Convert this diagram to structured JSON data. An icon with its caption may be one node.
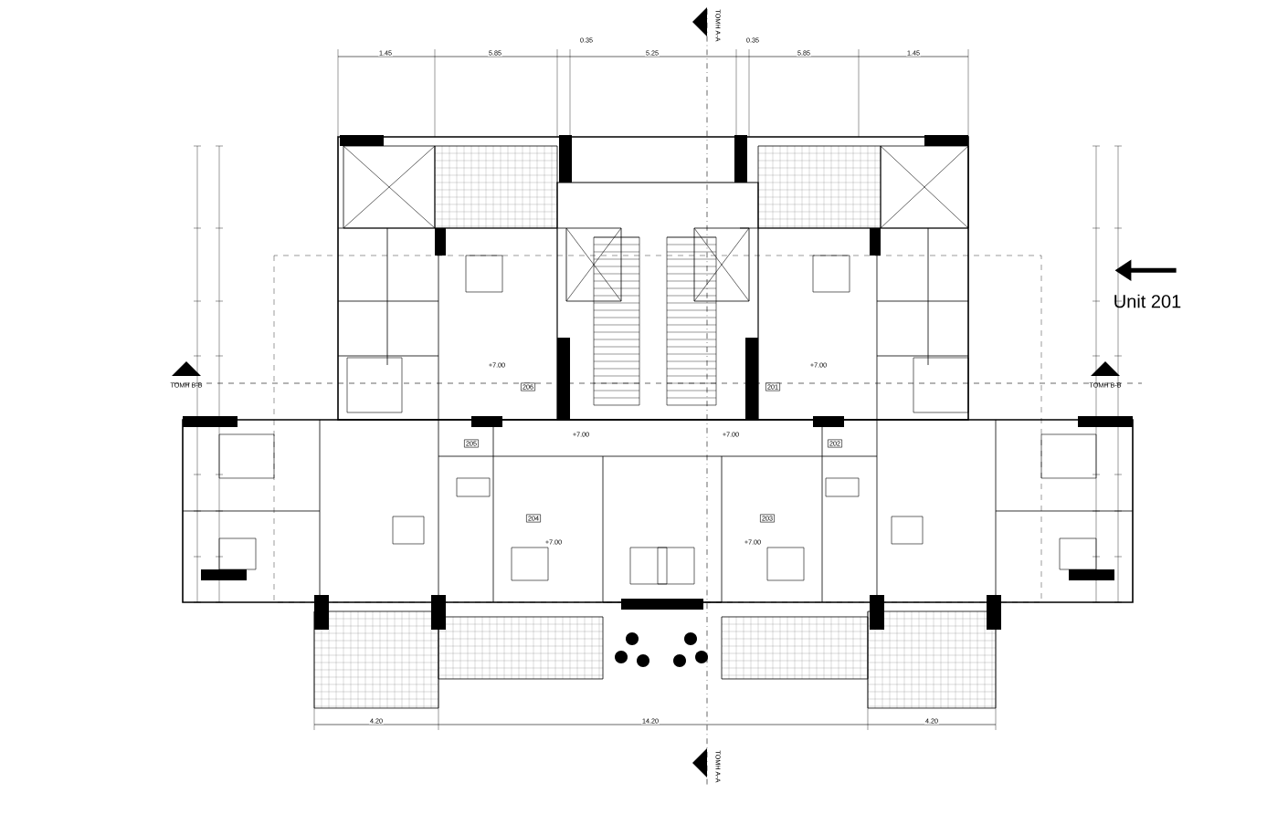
{
  "diagram": {
    "nodes": [
      {
        "text": [
          "Unit 201"
        ]
      },
      {
        "text": [],
        "shape": "picture"
      }
    ],
    "edges": [
      {
        "from": 0,
        "to": 1,
        "arrow": "to",
        "style": "thick"
      }
    ],
    "labels": [
      "ΤΟΜΗ Α-Α",
      "0.35",
      "0.35",
      "1.45",
      "5.85",
      "5.25",
      "5.85",
      "1.45",
      "ΤΟΜΗ Β-Β",
      "ΤΟΜΗ Β-Β",
      "+7.00",
      "+7.00",
      "206",
      "201",
      "205",
      "+7.00",
      "+7.00",
      "202",
      "204",
      "203",
      "+7.00",
      "+7.00",
      "4.20",
      "14.20",
      "4.20",
      "ΤΟΜΗ Α-Α"
    ]
  }
}
